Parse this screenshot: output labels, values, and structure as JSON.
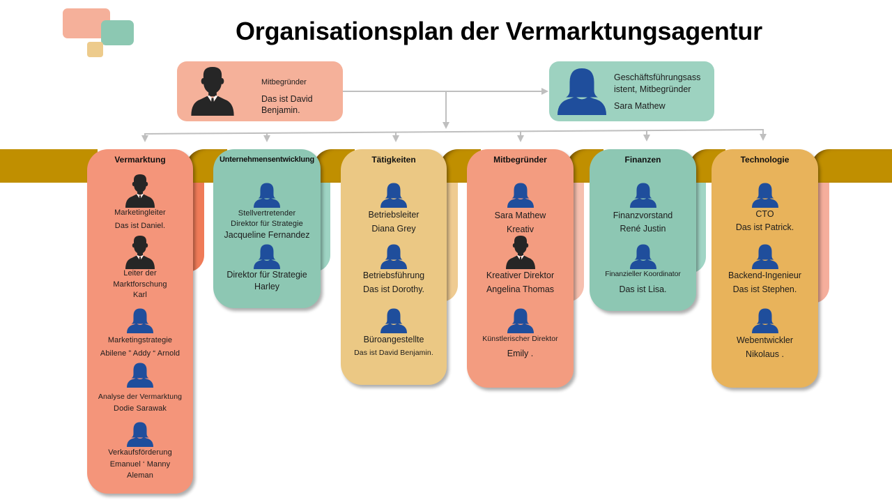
{
  "title": "Organisationsplan der Vermarktungsagentur",
  "colors": {
    "band": "#C08F00",
    "connector": "#BFBFBF",
    "female_icon": "#1F4E9C",
    "male_icon": "#262626",
    "founder_box": "#F5B19A",
    "assistant_box": "#9DD2C0"
  },
  "top_nodes": {
    "founder": {
      "icon": "male-businessman-icon",
      "role": "Mitbegründer",
      "name_lines": [
        "Das ist David",
        "Benjamin."
      ]
    },
    "assistant": {
      "icon": "female-person-icon",
      "role_lines": [
        "Geschäftsführungsass",
        "istent, Mitbegründer"
      ],
      "name": "Sara Mathew"
    }
  },
  "departments": [
    {
      "name": "Vermarktung",
      "color": "#F4957A",
      "members": [
        {
          "icon": "male-businessman-icon",
          "lines": [
            "Marketingleiter",
            "Das ist Daniel."
          ]
        },
        {
          "icon": "male-businessman-icon",
          "lines": [
            "Leiter der",
            "Marktforschung",
            "Karl"
          ]
        },
        {
          "icon": "female-person-icon",
          "lines": [
            "Marketingstrategie",
            "Abilene ” Addy “ Arnold"
          ]
        },
        {
          "icon": "female-person-icon",
          "lines": [
            "Analyse der Vermarktung",
            "Dodie Sarawak"
          ]
        },
        {
          "icon": "female-person-icon",
          "lines": [
            "Verkaufsförderung",
            "Emanuel ‘ Manny",
            "Aleman"
          ]
        }
      ]
    },
    {
      "name": "Unternehmensentwicklung",
      "color": "#8DC7B3",
      "members": [
        {
          "icon": "female-person-icon",
          "lines": [
            "Stellvertretender",
            "Direktor für Strategie",
            "Jacqueline Fernandez"
          ]
        },
        {
          "icon": "female-person-icon",
          "lines": [
            "Direktor für Strategie",
            "Harley"
          ]
        }
      ]
    },
    {
      "name": "Tätigkeiten",
      "color": "#EBC884",
      "members": [
        {
          "icon": "female-person-icon",
          "lines": [
            "Betriebsleiter",
            "Diana Grey"
          ]
        },
        {
          "icon": "female-person-icon",
          "lines": [
            "Betriebsführung",
            "Das ist Dorothy."
          ]
        },
        {
          "icon": "female-person-icon",
          "lines": [
            "Büroangestellte",
            "Das ist David Benjamin."
          ]
        }
      ]
    },
    {
      "name": "Mitbegründer",
      "color": "#F39C80",
      "members": [
        {
          "icon": "female-person-icon",
          "lines": [
            "Sara Mathew",
            "Kreativ"
          ]
        },
        {
          "icon": "male-businessman-icon",
          "lines": [
            "Kreativer Direktor",
            "Angelina Thomas"
          ]
        },
        {
          "icon": "female-person-icon",
          "lines": [
            "Künstlerischer Direktor",
            "Emily ."
          ]
        }
      ]
    },
    {
      "name": "Finanzen",
      "color": "#8DC7B3",
      "members": [
        {
          "icon": "female-person-icon",
          "lines": [
            "Finanzvorstand",
            "René Justin"
          ]
        },
        {
          "icon": "female-person-icon",
          "lines": [
            "Finanzieller Koordinator",
            "Das ist Lisa."
          ]
        }
      ]
    },
    {
      "name": "Technologie",
      "color": "#E8B35B",
      "members": [
        {
          "icon": "female-person-icon",
          "lines": [
            "CTO",
            "Das ist Patrick."
          ]
        },
        {
          "icon": "female-person-icon",
          "lines": [
            "Backend-Ingenieur",
            "Das ist Stephen."
          ]
        },
        {
          "icon": "female-person-icon",
          "lines": [
            "Webentwickler",
            "Nikolaus ."
          ]
        }
      ]
    }
  ]
}
